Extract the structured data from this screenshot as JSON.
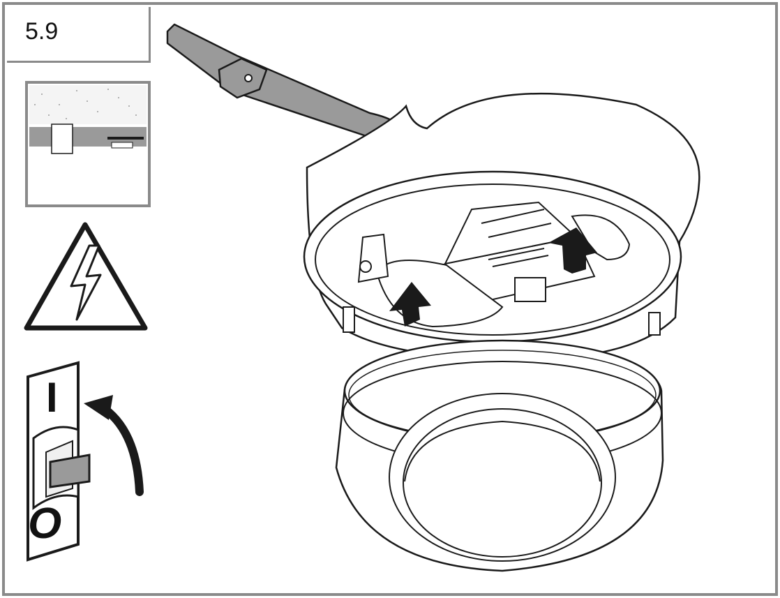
{
  "step": {
    "number": "5.9"
  },
  "switch": {
    "on_label": "I",
    "off_label": "O"
  },
  "icons": [
    "ceiling-mount-icon",
    "high-voltage-warning-icon",
    "circuit-breaker-switch-icon"
  ],
  "colors": {
    "line": "#1a1a1a",
    "frame": "#8a8a8a",
    "shade": "#9a9a9a",
    "arrow": "#1a1a1a"
  }
}
